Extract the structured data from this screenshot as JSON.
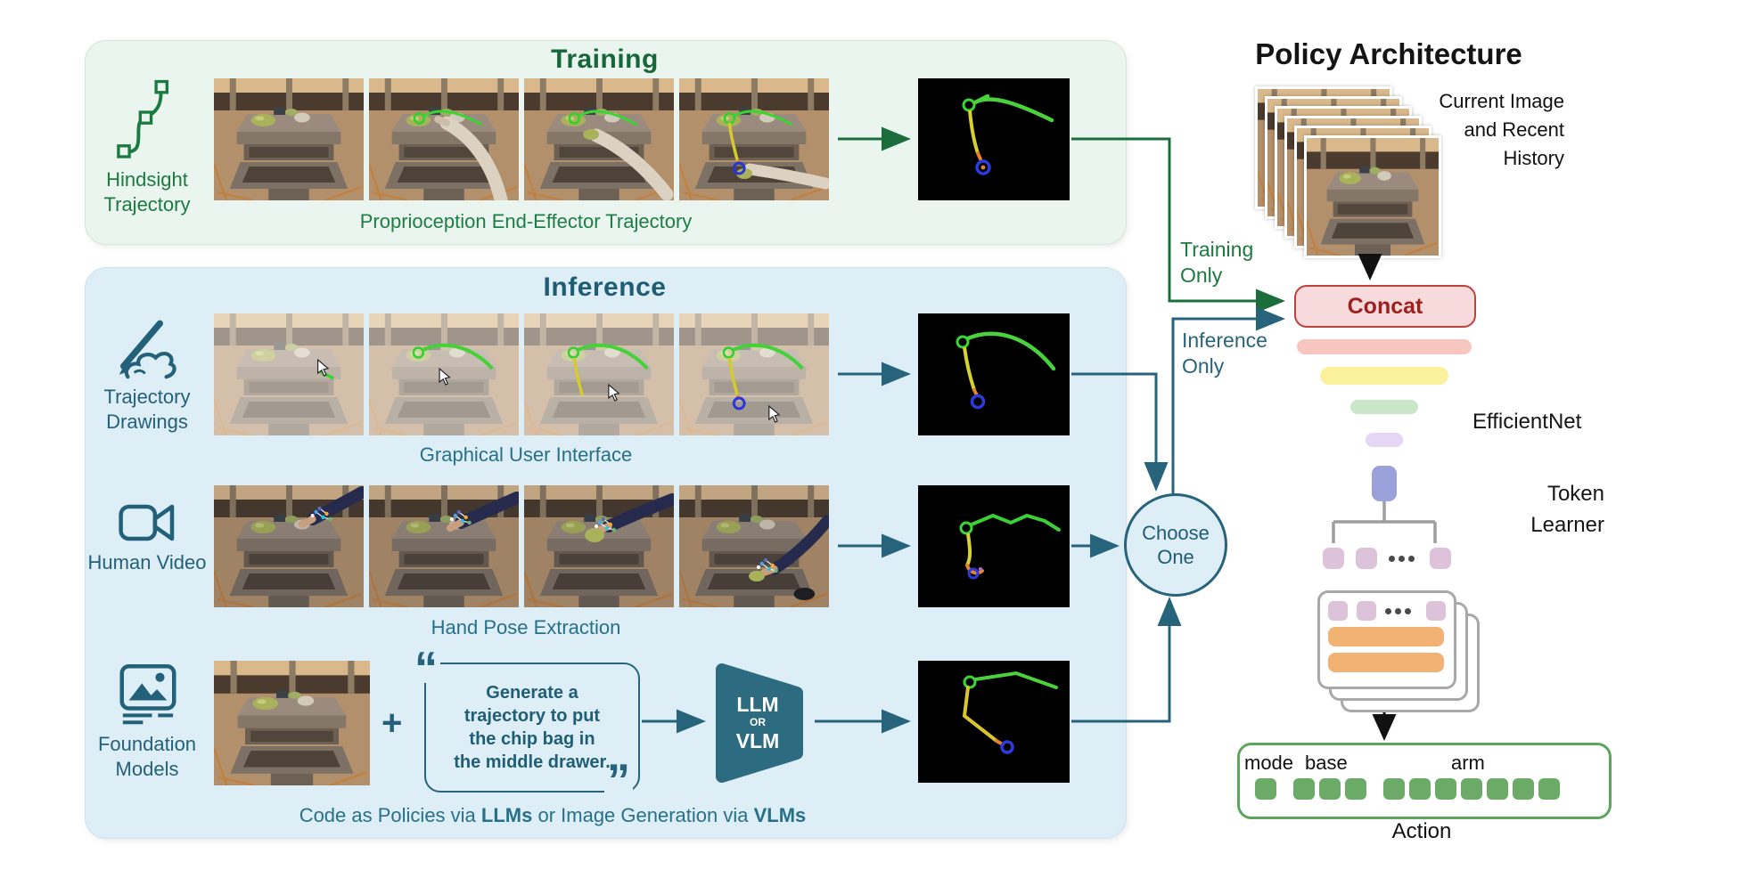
{
  "colors": {
    "training_green": "#1b7a3f",
    "inference_teal": "#27647b",
    "panel_green_bg": "#e9f5ee",
    "panel_blue_bg": "#ddeef7",
    "concat_fill": "#f7dbdc",
    "concat_border": "#c0413c",
    "concat_text": "#9d1f1e",
    "bar_pink": "#f7c6c1",
    "bar_yellow": "#fbf09b",
    "bar_green": "#c9e6c8",
    "bar_lavender": "#e4d6f4",
    "token_purple": "#9aa0d9",
    "token_pink_square": "#dcc3d9",
    "transformer_orange": "#f2b273",
    "action_green": "#6cab67",
    "trajectory_start_green": "#3bd435",
    "trajectory_end_blue": "#2a36d8"
  },
  "training": {
    "title": "Training",
    "label": "Hindsight Trajectory",
    "caption": "Proprioception End-Effector Trajectory"
  },
  "inference": {
    "title": "Inference",
    "rows": [
      {
        "label": "Trajectory Drawings",
        "caption": "Graphical User Interface"
      },
      {
        "label": "Human Video",
        "caption": "Hand Pose Extraction"
      },
      {
        "label": "Foundation Models"
      }
    ],
    "foundation_caption": {
      "part1": "Code as Policies via ",
      "bold1": "LLMs",
      "part2": " or Image Generation via ",
      "bold2": "VLMs"
    },
    "prompt": {
      "open_quote": "“",
      "lines": [
        "Generate a",
        "trajectory to put",
        "the chip bag in",
        "the middle drawer."
      ],
      "close_quote": "”",
      "plus": "+"
    },
    "llm_block": {
      "line1": "LLM",
      "line2": "OR",
      "line3": "VLM"
    }
  },
  "connectors": {
    "training_only": "Training Only",
    "inference_only": "Inference Only",
    "choose_one": "Choose One"
  },
  "policy": {
    "title": "Policy Architecture",
    "stack_label_lines": [
      "Current Image",
      "and Recent",
      "History"
    ],
    "concat": "Concat",
    "efficientnet": "EfficientNet",
    "token_learner_lines": [
      "Token",
      "Learner"
    ],
    "action": {
      "groups": [
        {
          "label": "mode",
          "squares": 1
        },
        {
          "label": "base",
          "squares": 3
        },
        {
          "label": "arm",
          "squares": 7
        }
      ],
      "caption": "Action"
    }
  }
}
